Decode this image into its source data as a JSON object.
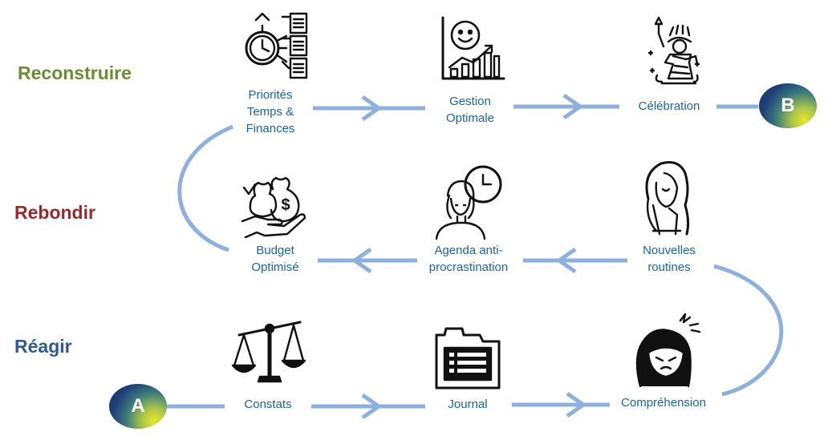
{
  "rows": [
    {
      "id": "reconstruire",
      "label": "Reconstruire",
      "color": "#6a8f31"
    },
    {
      "id": "rebondir",
      "label": "Rebondir",
      "color": "#9a2a2a"
    },
    {
      "id": "reagir",
      "label": "Réagir",
      "color": "#2e5a94"
    }
  ],
  "nodes": [
    {
      "id": "priorites",
      "label": "Priorités\nTemps &\nFinances",
      "icon": "clock-documents-icon"
    },
    {
      "id": "gestion",
      "label": "Gestion\nOptimale",
      "icon": "smiley-growth-chart-icon"
    },
    {
      "id": "celebration",
      "label": "Célébration",
      "icon": "statue-of-liberty-icon"
    },
    {
      "id": "budget",
      "label": "Budget\nOptimisé",
      "icon": "hand-money-bag-icon"
    },
    {
      "id": "agenda",
      "label": "Agenda anti-\nprocrastination",
      "icon": "woman-clock-icon"
    },
    {
      "id": "routines",
      "label": "Nouvelles\nroutines",
      "icon": "sleeping-woman-icon"
    },
    {
      "id": "constats",
      "label": "Constats",
      "icon": "balance-scale-icon"
    },
    {
      "id": "journal",
      "label": "Journal",
      "icon": "folder-list-icon"
    },
    {
      "id": "comprehension",
      "label": "Compréhension",
      "icon": "stressed-woman-icon"
    }
  ],
  "start": {
    "label": "A"
  },
  "end": {
    "label": "B"
  },
  "colors": {
    "connector": "#8db0de",
    "text": "#1a63a6",
    "icon": "#111111"
  }
}
